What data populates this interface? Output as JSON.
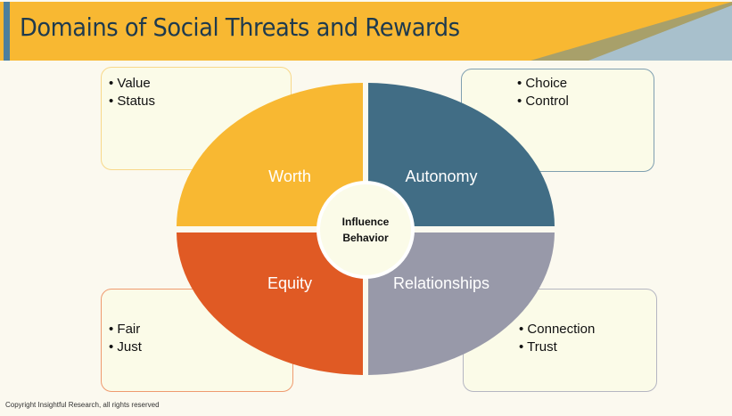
{
  "title": "Domains of Social Threats and Rewards",
  "quadrants": {
    "worth": "Worth",
    "autonomy": "Autonomy",
    "equity": "Equity",
    "relationships": "Relationships"
  },
  "center": {
    "line1": "Influence",
    "line2": "Behavior"
  },
  "boxes": {
    "worth": [
      "Value",
      "Status"
    ],
    "autonomy": [
      "Choice",
      "Control"
    ],
    "equity": [
      "Fair",
      "Just"
    ],
    "relationships": [
      "Connection",
      "Trust"
    ]
  },
  "colors": {
    "worth": "#f8b832",
    "autonomy": "#416d85",
    "equity": "#e05a24",
    "relationships": "#9899a9"
  },
  "copyright": "Copyright Insightful Research, all rights reserved"
}
